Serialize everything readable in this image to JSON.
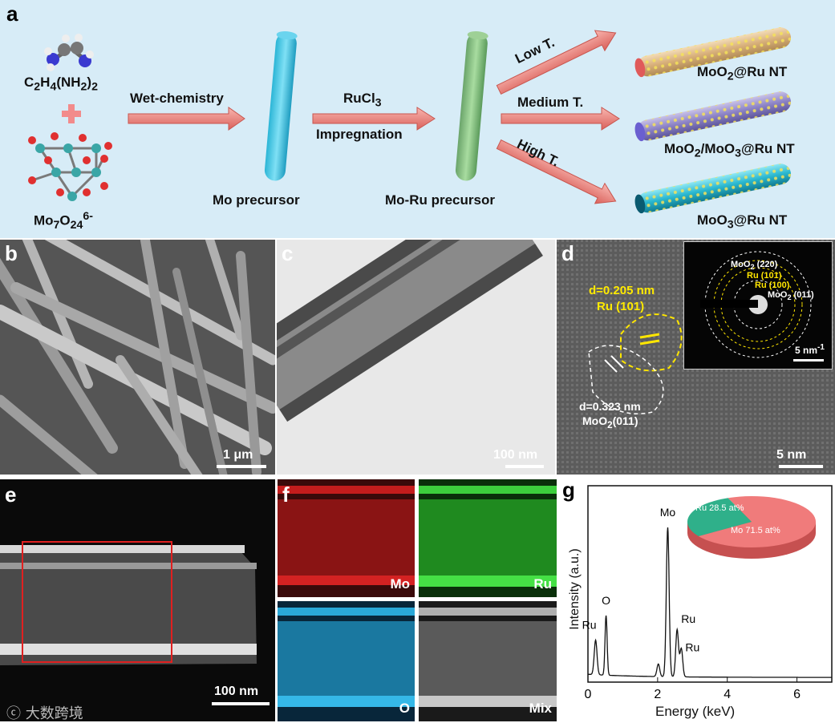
{
  "panel_a": {
    "label": "a",
    "reagent1": "C2H4(NH2)2",
    "reagent2": "Mo7O24 6-",
    "plus": "+",
    "step1": "Wet-chemistry",
    "precursor1": "Mo precursor",
    "step2_line1": "RuCl3",
    "step2_line2": "Impregnation",
    "precursor2": "Mo-Ru precursor",
    "cond_low": "Low T.",
    "cond_medium": "Medium T.",
    "cond_high": "High T.",
    "product1": "MoO2@Ru NT",
    "product2": "MoO2/MoO3@Ru NT",
    "product3": "MoO3@Ru NT"
  },
  "panel_b": {
    "label": "b",
    "scale": "1 μm"
  },
  "panel_c": {
    "label": "c",
    "scale": "100 nm"
  },
  "panel_d": {
    "label": "d",
    "scale": "5 nm",
    "ann_ru_d": "d=0.205 nm",
    "ann_ru_plane": "Ru (101)",
    "ann_mo_d": "d=0.323 nm",
    "ann_mo_plane": "MoO2(011)",
    "inset_r1": "MoO2 (220)",
    "inset_r2": "Ru (101)",
    "inset_r3": "Ru (100)",
    "inset_r4": "MoO2 (011)",
    "inset_scale": "5 nm-1"
  },
  "panel_e": {
    "label": "e",
    "scale": "100 nm"
  },
  "panel_f": {
    "label": "f",
    "maps": [
      {
        "name": "Mo",
        "color": "#e02020"
      },
      {
        "name": "Ru",
        "color": "#3ccf3c"
      },
      {
        "name": "O",
        "color": "#2aa8d8"
      },
      {
        "name": "Mix",
        "color": "#9a9a9a"
      }
    ]
  },
  "panel_g": {
    "label": "g",
    "chart_data": {
      "type": "line",
      "xlabel": "Energy (keV)",
      "ylabel": "Intensity (a.u.)",
      "xlim": [
        0,
        7
      ],
      "x_ticks": [
        0,
        2,
        4,
        6
      ],
      "peak_labels": [
        {
          "text": "Ru",
          "x": 0.22
        },
        {
          "text": "O",
          "x": 0.52
        },
        {
          "text": "Mo",
          "x": 2.29
        },
        {
          "text": "Ru",
          "x": 2.56
        },
        {
          "text": "Ru",
          "x": 2.68
        }
      ],
      "pie": {
        "type": "pie",
        "slices": [
          {
            "label": "Mo 71.5 at%",
            "value": 71.5,
            "color": "#f07b7b"
          },
          {
            "label": "Ru 28.5 at%",
            "value": 28.5,
            "color": "#2fb08a"
          }
        ]
      }
    }
  },
  "watermark": "大数跨境"
}
